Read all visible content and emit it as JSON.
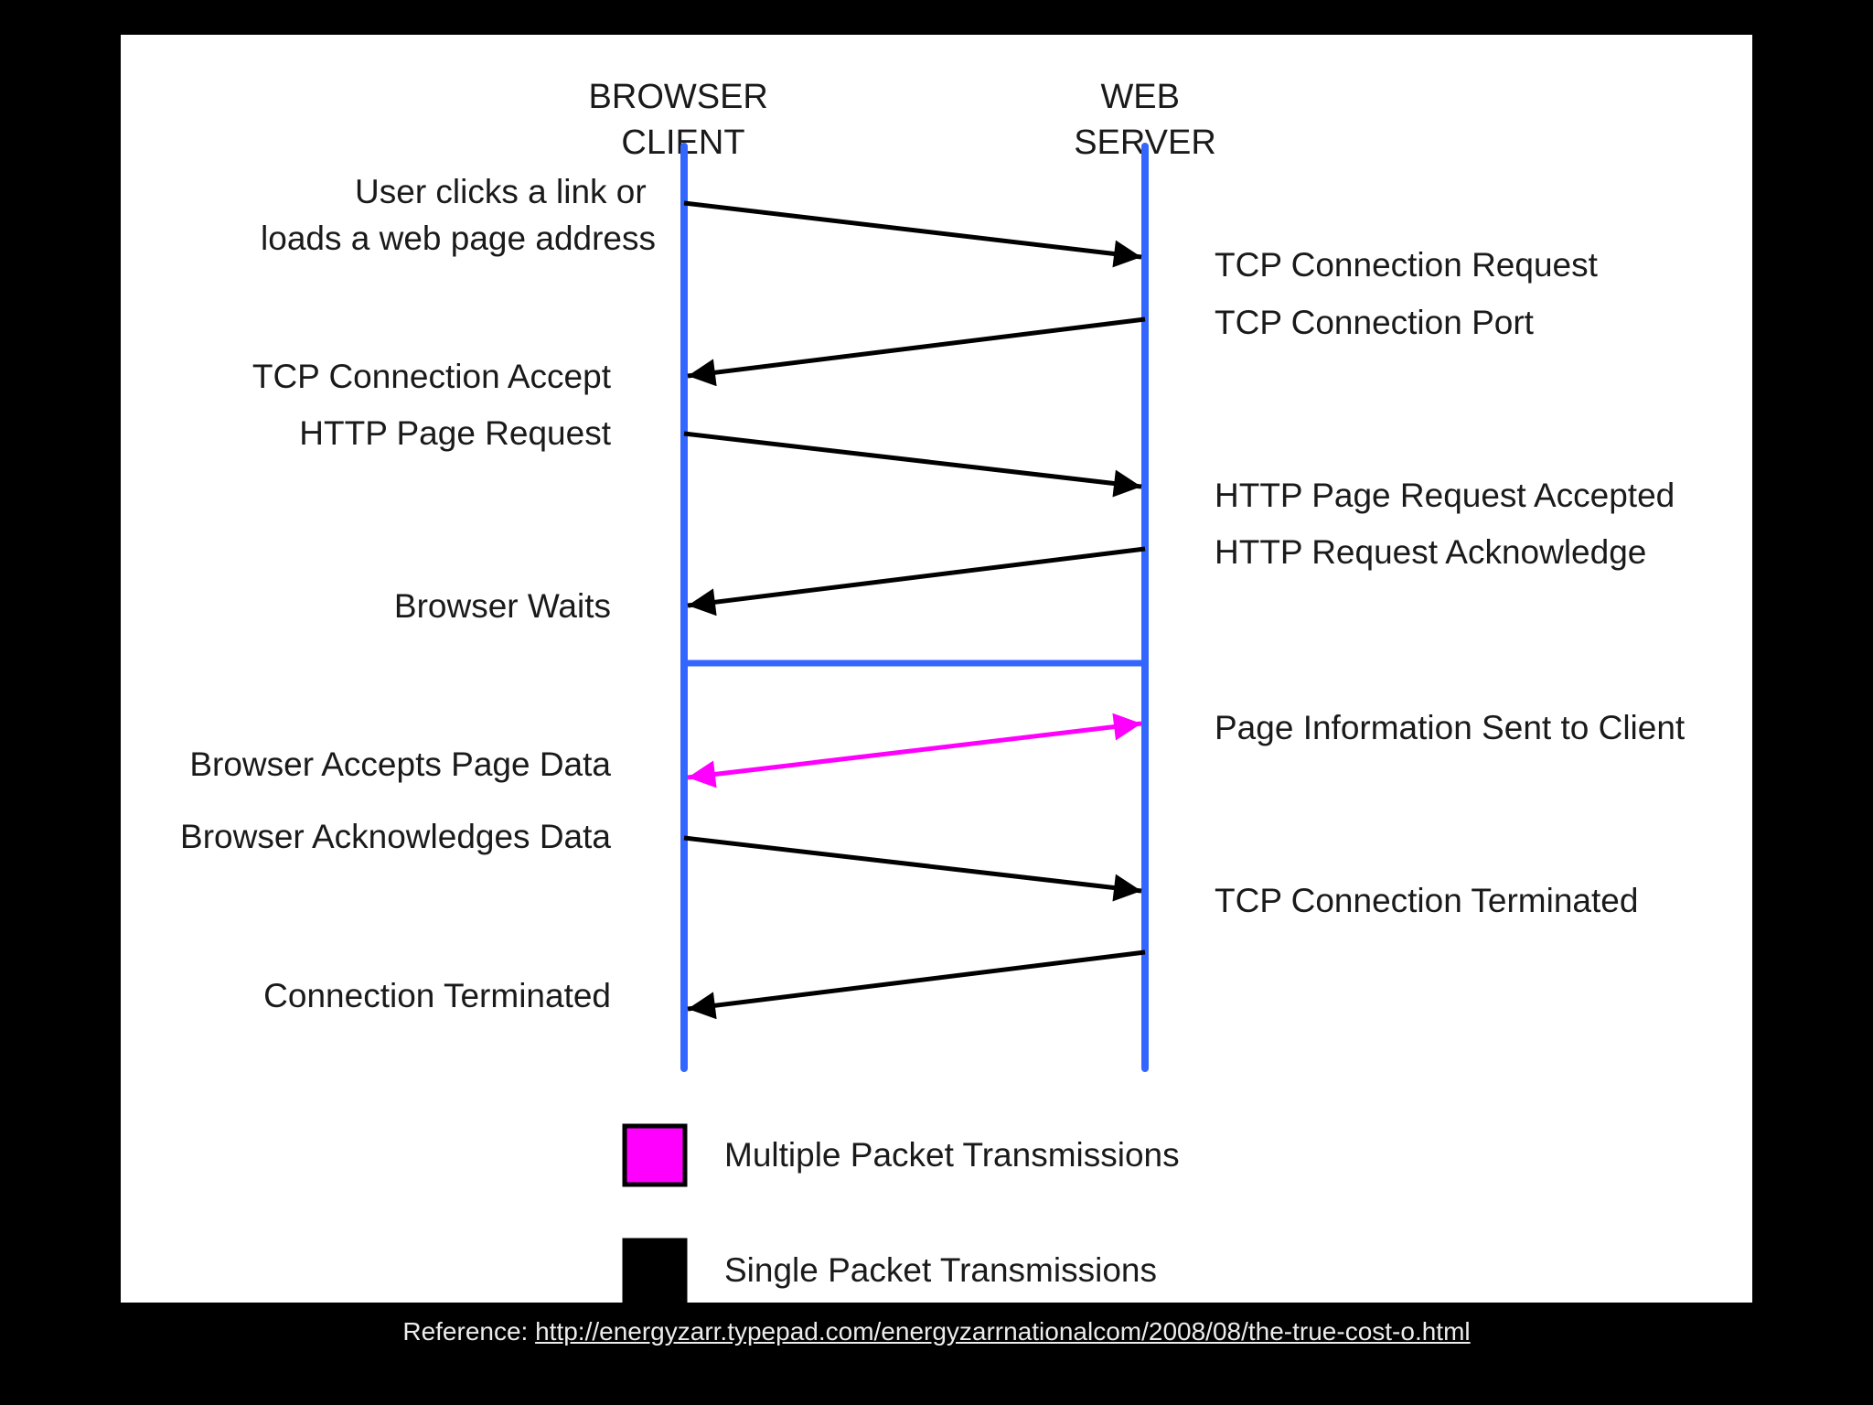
{
  "colors": {
    "page_background": "#000000",
    "panel_background": "#ffffff",
    "lifeline": "#3366ff",
    "single_packet_arrow": "#000000",
    "multiple_packet_arrow": "#ff00ff",
    "text": "#1a1a1a",
    "reference_text": "#ececec"
  },
  "lifelines": {
    "client": {
      "label_lines": [
        "BROWSER",
        "CLIENT"
      ]
    },
    "server": {
      "label_lines": [
        "WEB",
        "SERVER"
      ]
    }
  },
  "client_labels": [
    [
      "User clicks a link or",
      "loads a web page address"
    ],
    [
      "TCP Connection Accept"
    ],
    [
      "HTTP Page Request"
    ],
    [
      "Browser Waits"
    ],
    [
      "Browser Accepts Page Data"
    ],
    [
      "Browser Acknowledges Data"
    ],
    [
      "Connection Terminated"
    ]
  ],
  "server_labels": [
    "TCP Connection Request",
    "TCP Connection Port",
    "HTTP Page Request Accepted",
    "HTTP Request Acknowledge",
    "Page Information Sent to Client",
    "TCP Connection Terminated"
  ],
  "messages": [
    {
      "direction": "to-server",
      "kind": "single"
    },
    {
      "direction": "to-client",
      "kind": "single"
    },
    {
      "direction": "to-server",
      "kind": "single"
    },
    {
      "direction": "to-client",
      "kind": "single"
    },
    {
      "direction": "both",
      "kind": "multiple"
    },
    {
      "direction": "to-server",
      "kind": "single"
    },
    {
      "direction": "to-client",
      "kind": "single"
    }
  ],
  "legend": [
    {
      "swatch_color": "#ff00ff",
      "label": "Multiple Packet Transmissions"
    },
    {
      "swatch_color": "#000000",
      "label": "Single Packet Transmissions"
    }
  ],
  "reference": {
    "prefix": "Reference: ",
    "link_text": "http://energyzarr.typepad.com/energyzarrnationalcom/2008/08/the-true-cost-o.html"
  }
}
